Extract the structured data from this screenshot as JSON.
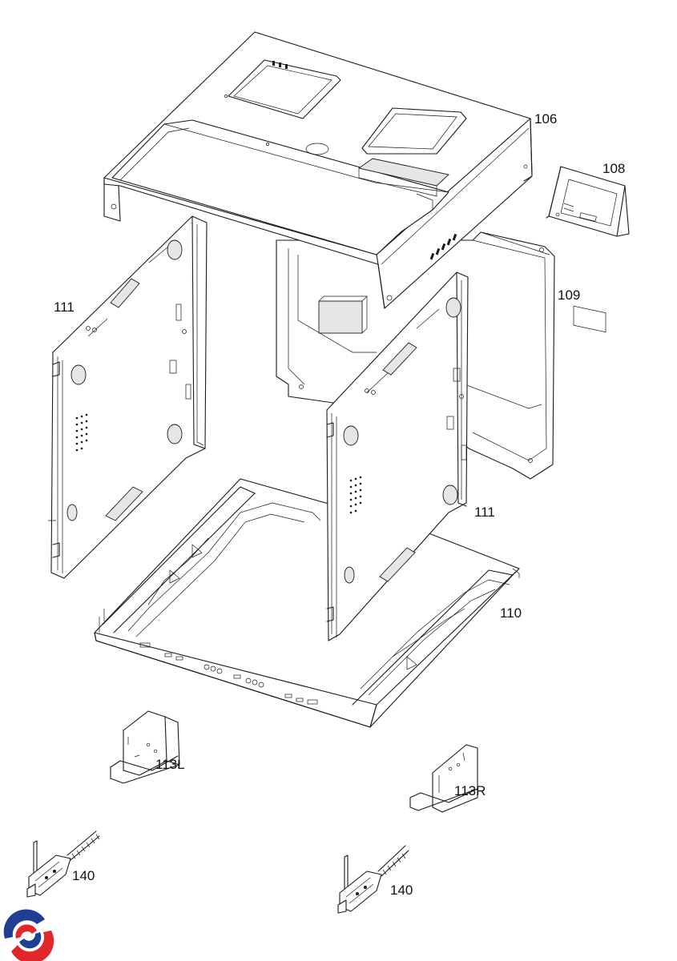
{
  "callouts": {
    "top_cover": "106",
    "control_bracket": "108",
    "rear_panel": "109",
    "side_panel_left": "111",
    "side_panel_right": "111",
    "base_frame": "110",
    "rail_left": "113L",
    "rail_right": "113R",
    "hinge_left": "140",
    "hinge_right": "140"
  },
  "colors": {
    "line": "#1a1a1a",
    "logo_blue": "#1f3f95",
    "logo_red": "#e2272b"
  },
  "icons": {
    "logo": "brand-logo-icon"
  }
}
